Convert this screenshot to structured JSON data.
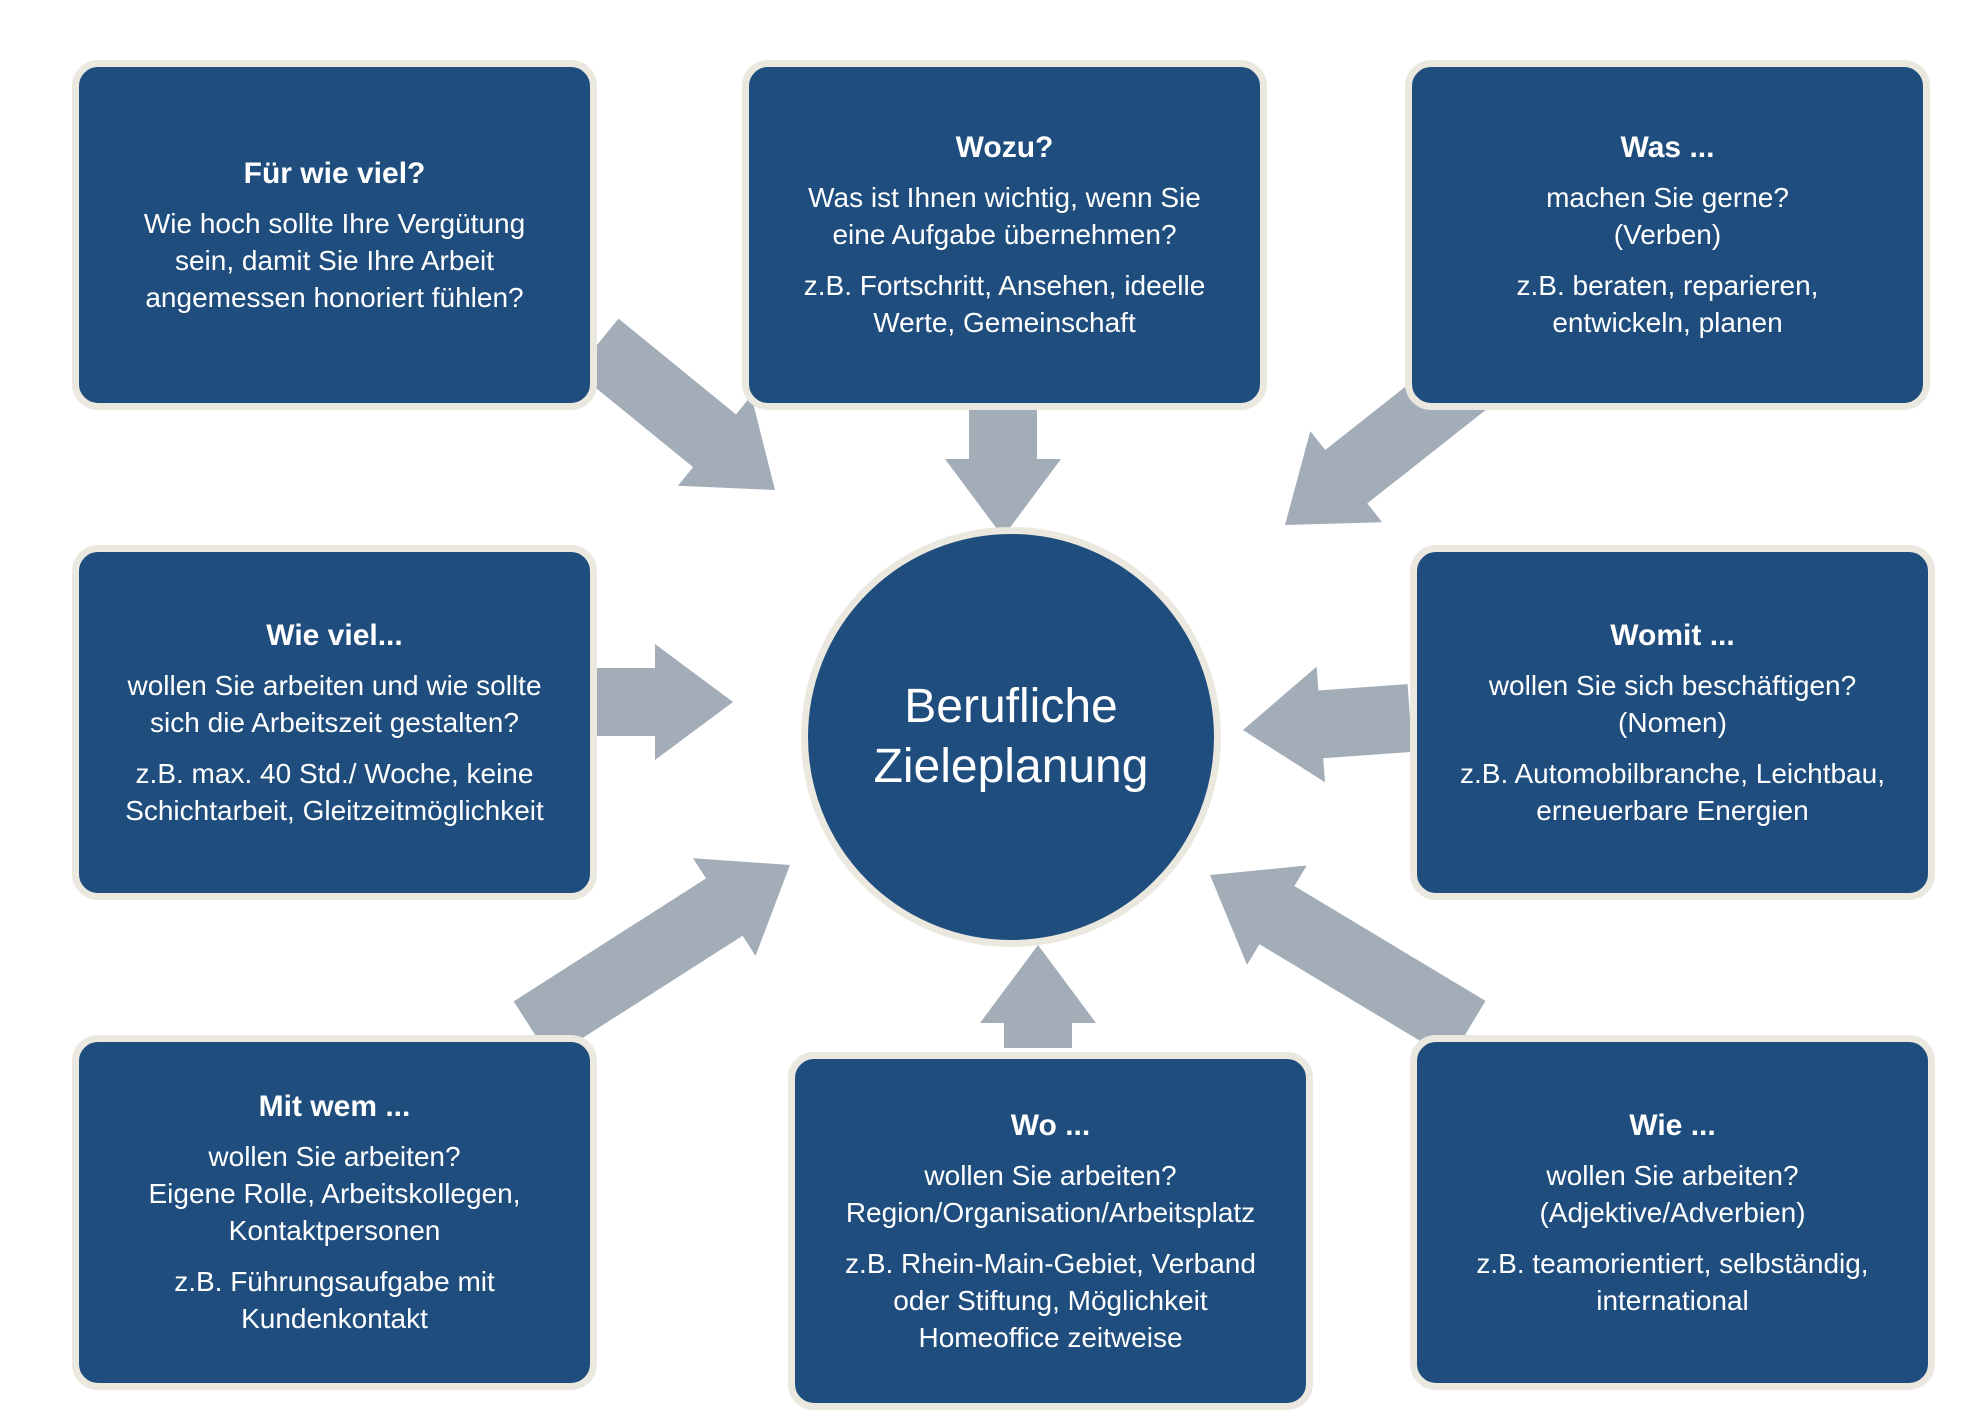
{
  "center": {
    "lines": [
      "Berufliche",
      "Zieleplanung"
    ]
  },
  "boxes": {
    "fuer_wie_viel": {
      "title": "Für wie viel?",
      "lines": [
        "Wie hoch  sollte Ihre Vergütung",
        "sein, damit Sie  Ihre Arbeit",
        "angemessen honoriert fühlen?"
      ],
      "examples": []
    },
    "wozu": {
      "title": "Wozu?",
      "lines": [
        "Was ist Ihnen wichtig, wenn Sie",
        "eine Aufgabe übernehmen?"
      ],
      "examples": [
        "z.B. Fortschritt, Ansehen, ideelle",
        "Werte, Gemeinschaft"
      ]
    },
    "was": {
      "title": "Was ...",
      "lines": [
        "machen Sie gerne?",
        "(Verben)"
      ],
      "examples": [
        "z.B. beraten, reparieren,",
        "entwickeln, planen"
      ]
    },
    "wie_viel": {
      "title": "Wie viel...",
      "lines": [
        "wollen Sie arbeiten und wie sollte",
        "sich die Arbeitszeit gestalten?"
      ],
      "examples": [
        "z.B. max. 40 Std./ Woche, keine",
        "Schichtarbeit, Gleitzeitmöglichkeit"
      ]
    },
    "womit": {
      "title": "Womit ...",
      "lines": [
        "wollen Sie sich beschäftigen?",
        "(Nomen)"
      ],
      "examples": [
        "z.B. Automobilbranche, Leichtbau,",
        "erneuerbare Energien"
      ]
    },
    "mit_wem": {
      "title": "Mit wem ...",
      "lines": [
        "wollen Sie arbeiten?",
        "Eigene Rolle, Arbeitskollegen,",
        "Kontaktpersonen"
      ],
      "examples": [
        "z.B. Führungsaufgabe mit",
        "Kundenkontakt"
      ]
    },
    "wo": {
      "title": "Wo ...",
      "lines": [
        "wollen Sie arbeiten?",
        "Region/Organisation/Arbeitsplatz"
      ],
      "examples": [
        "z.B. Rhein-Main-Gebiet, Verband",
        "oder Stiftung, Möglichkeit",
        "Homeoffice zeitweise"
      ]
    },
    "wie": {
      "title": "Wie ...",
      "lines": [
        "wollen Sie arbeiten?",
        "(Adjektive/Adverbien)"
      ],
      "examples": [
        "z.B. teamorientiert, selbständig,",
        "international"
      ]
    }
  },
  "colors": {
    "box_fill": "#1f4e7e",
    "box_border": "#ebe8df",
    "arrow": "#a3adb8",
    "text": "#ffffff"
  }
}
